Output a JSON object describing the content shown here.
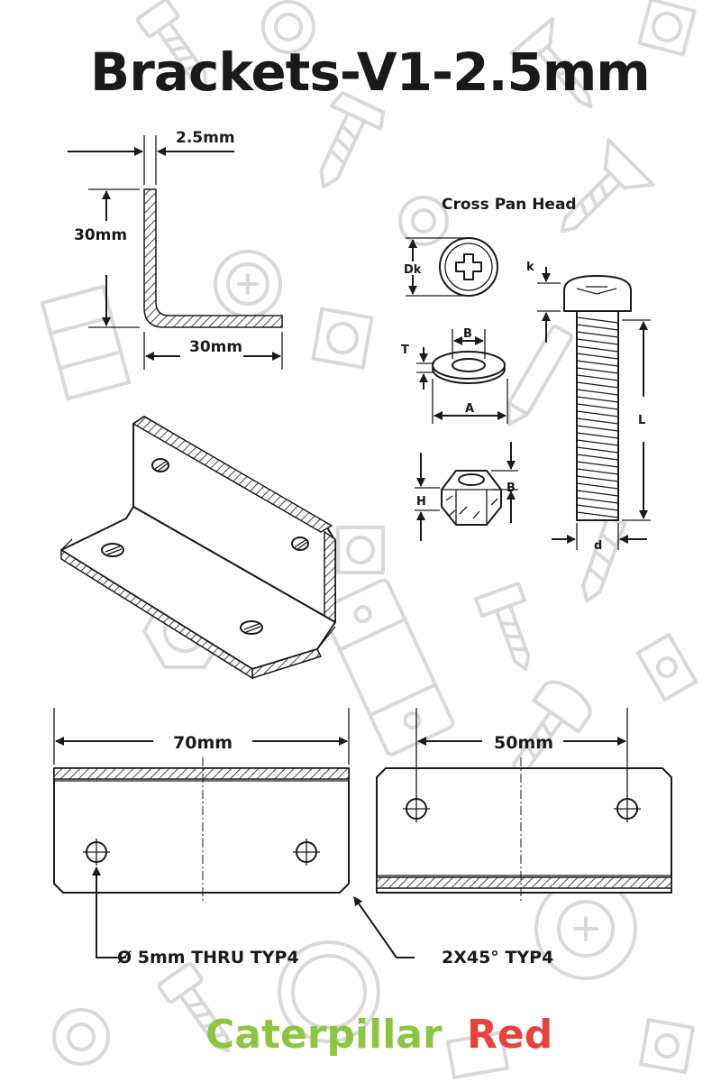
{
  "title": "Brackets-V1-2.5mm",
  "dimensions": {
    "thickness": "2.5mm",
    "height": "30mm",
    "width": "30mm",
    "length": "70mm",
    "hole_spacing": "50mm"
  },
  "screw": {
    "heading": "Cross Pan Head",
    "dk": "Dk",
    "k": "k",
    "b_washer": "B",
    "t": "T",
    "a": "A",
    "h": "H",
    "b_nut": "B",
    "l": "L",
    "d": "d"
  },
  "notes": {
    "hole": "Ø 5mm THRU TYP4",
    "chamfer": "2X45° TYP4"
  },
  "brand": {
    "word1": "Caterpillar",
    "word2": "Red",
    "color1": "#8cc63f",
    "color2": "#e8423b"
  }
}
